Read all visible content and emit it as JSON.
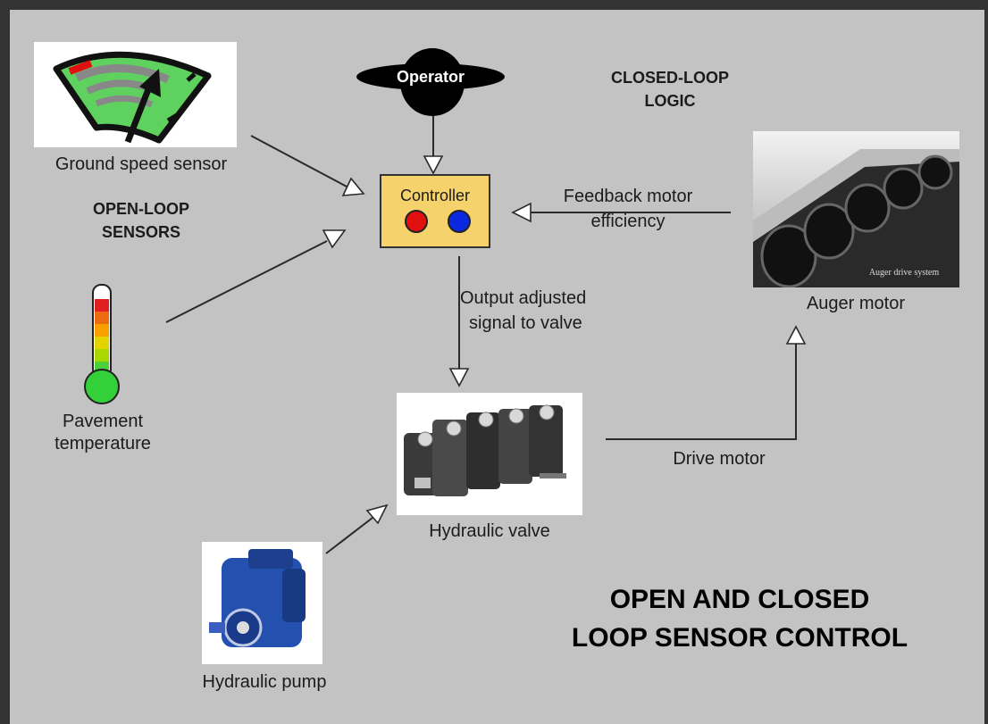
{
  "diagram": {
    "title": [
      "OPEN AND CLOSED",
      "LOOP SENSOR CONTROL"
    ],
    "section_labels": {
      "closed_loop": [
        "CLOSED-LOOP",
        "LOGIC"
      ],
      "open_loop": [
        "OPEN-LOOP",
        "SENSORS"
      ]
    },
    "nodes": {
      "operator": "Operator",
      "controller": "Controller",
      "ground_speed_sensor": "Ground speed sensor",
      "pavement_temperature": [
        "Pavement",
        "temperature"
      ],
      "auger_motor": "Auger motor",
      "auger_photo_caption": "Auger drive system",
      "hydraulic_valve": "Hydraulic valve",
      "hydraulic_pump": "Hydraulic pump"
    },
    "edge_labels": {
      "feedback": [
        "Feedback motor",
        "efficiency"
      ],
      "output": [
        "Output adjusted",
        "signal to valve"
      ],
      "drive": "Drive motor"
    },
    "edges": [
      [
        "operator",
        "controller"
      ],
      [
        "ground_speed_sensor",
        "controller"
      ],
      [
        "pavement_temperature",
        "controller"
      ],
      [
        "auger_motor",
        "controller"
      ],
      [
        "controller",
        "hydraulic_valve"
      ],
      [
        "hydraulic_valve",
        "auger_motor"
      ],
      [
        "hydraulic_pump",
        "hydraulic_valve"
      ]
    ],
    "colors": {
      "background": "#c3c3c3",
      "controller_fill": "#f6d26c",
      "indicator_left": "#e01010",
      "indicator_right": "#0a28e0",
      "gauge_green": "#5fd15f",
      "pump_blue": "#2450b0"
    }
  }
}
